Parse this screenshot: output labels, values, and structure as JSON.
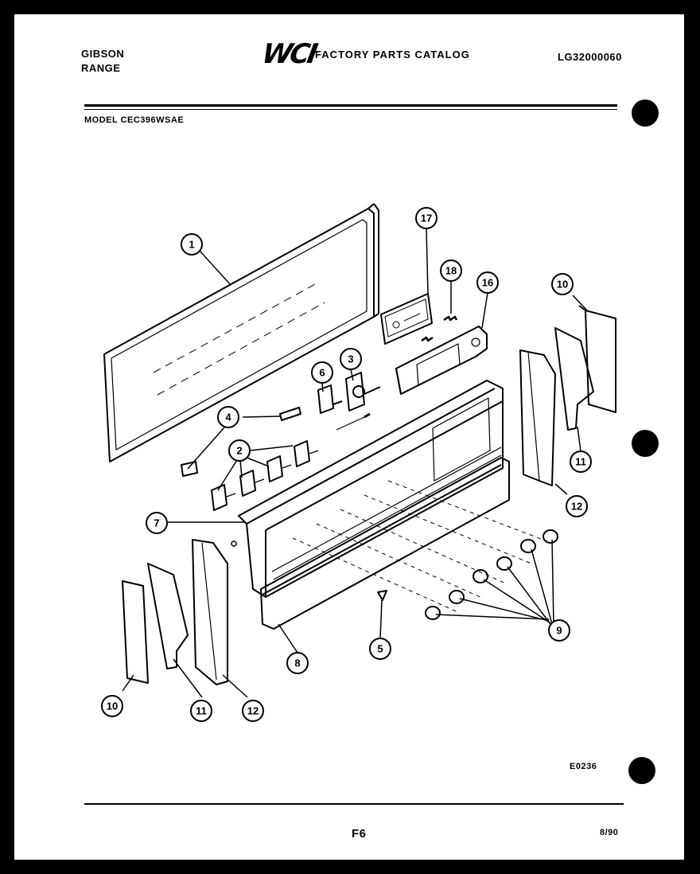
{
  "header": {
    "brand_line1": "GIBSON",
    "brand_line2": "RANGE",
    "logo_mark": "WCI",
    "logo_text": "FACTORY PARTS CATALOG",
    "catalog_number": "LG32000060",
    "model": "MODEL CEC396WSAE"
  },
  "callouts": {
    "c1": "1",
    "c2": "2",
    "c3": "3",
    "c4": "4",
    "c5": "5",
    "c6": "6",
    "c7": "7",
    "c8": "8",
    "c9": "9",
    "c10a": "10",
    "c10b": "10",
    "c11a": "11",
    "c11b": "11",
    "c12a": "12",
    "c12b": "12",
    "c16": "16",
    "c17": "17",
    "c18": "18"
  },
  "footer": {
    "figure_code": "E0236",
    "page_number": "F6",
    "date": "8/90"
  },
  "colors": {
    "ink": "#000000",
    "paper": "#ffffff"
  }
}
